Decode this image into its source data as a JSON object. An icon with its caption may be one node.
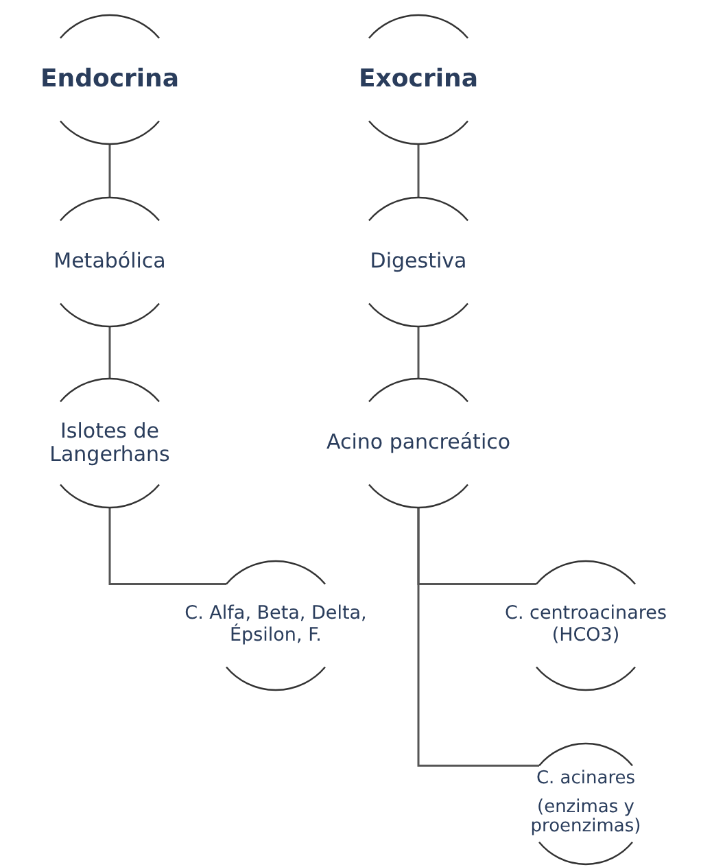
{
  "diagram": {
    "nodes": [
      {
        "text": [
          "Endocrina"
        ]
      },
      {
        "text": [
          "Exocrina"
        ]
      },
      {
        "text": [
          "Metabólica"
        ]
      },
      {
        "text": [
          "Digestiva"
        ]
      },
      {
        "text": [
          "Islotes de Langerhans"
        ]
      },
      {
        "text": [
          "Acino pancreático"
        ]
      },
      {
        "text": [
          "C. Alfa, Beta, Delta, Épsilon, F."
        ]
      },
      {
        "text": [
          "C. centroacinares (HCO3)"
        ]
      },
      {
        "text": [
          "C. acinares",
          "(enzimas y proenzimas)"
        ]
      }
    ],
    "edges": [
      {
        "from": 0,
        "to": 2,
        "arrow": "none"
      },
      {
        "from": 2,
        "to": 4,
        "arrow": "none"
      },
      {
        "from": 4,
        "to": 6,
        "arrow": "none"
      },
      {
        "from": 1,
        "to": 3,
        "arrow": "none"
      },
      {
        "from": 3,
        "to": 5,
        "arrow": "none"
      },
      {
        "from": 5,
        "to": 7,
        "arrow": "none"
      },
      {
        "from": 5,
        "to": 8,
        "arrow": "none"
      }
    ]
  }
}
